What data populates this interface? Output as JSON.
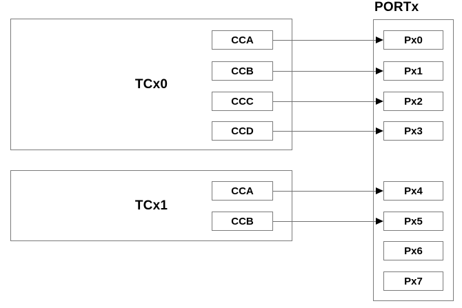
{
  "diagram": {
    "port": {
      "label": "PORTx",
      "pins": [
        "Px0",
        "Px1",
        "Px2",
        "Px3",
        "Px4",
        "Px5",
        "Px6",
        "Px7"
      ]
    },
    "timers": [
      {
        "label": "TCx0",
        "channels": [
          "CCA",
          "CCB",
          "CCC",
          "CCD"
        ]
      },
      {
        "label": "TCx1",
        "channels": [
          "CCA",
          "CCB"
        ]
      }
    ],
    "connections": [
      {
        "from": "TCx0.CCA",
        "to": "Px0"
      },
      {
        "from": "TCx0.CCB",
        "to": "Px1"
      },
      {
        "from": "TCx0.CCC",
        "to": "Px2"
      },
      {
        "from": "TCx0.CCD",
        "to": "Px3"
      },
      {
        "from": "TCx1.CCA",
        "to": "Px4"
      },
      {
        "from": "TCx1.CCB",
        "to": "Px5"
      }
    ],
    "colors": {
      "border": "#7a7a7a",
      "line": "#707070",
      "arrowhead": "#000000",
      "text": "#000000",
      "background": "#ffffff"
    }
  }
}
